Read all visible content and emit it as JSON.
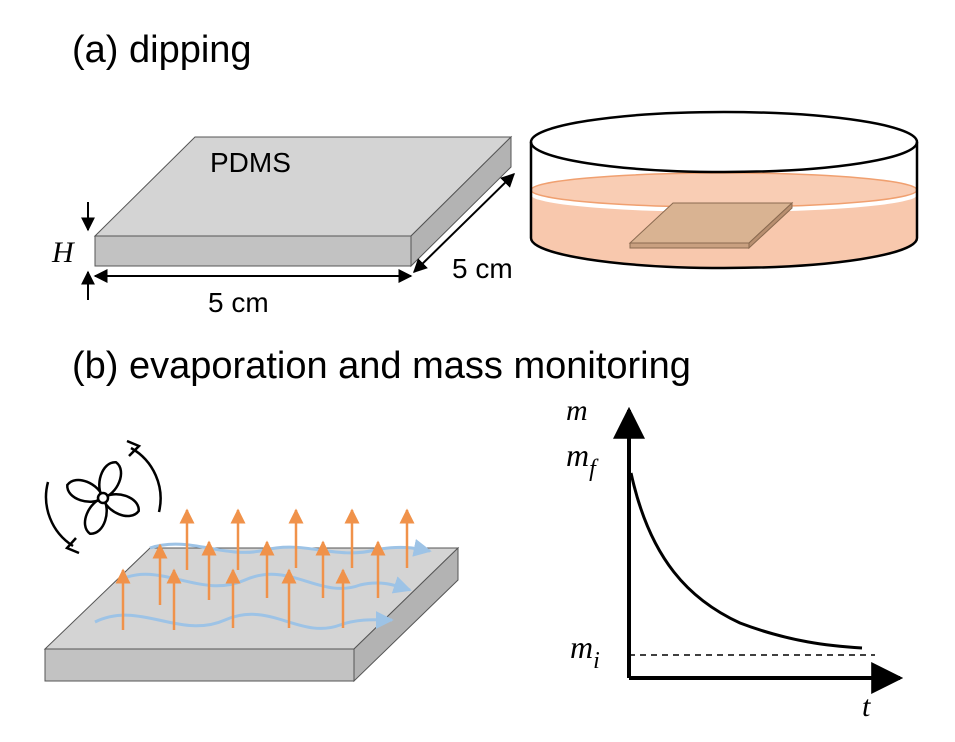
{
  "panel_a": {
    "title": "(a) dipping",
    "slab_label": "PDMS",
    "thickness_label": "H",
    "width_label": "5 cm",
    "depth_label": "5 cm"
  },
  "panel_b": {
    "title": "(b) evaporation and mass monitoring",
    "plot": {
      "y_axis_label": "m",
      "x_axis_label": "t",
      "mf_label_base": "m",
      "mf_label_sub": "f",
      "mi_label_base": "m",
      "mi_label_sub": "i"
    }
  },
  "colors": {
    "slab_top": "#d4d4d4",
    "slab_side": "#c2c2c2",
    "liquid": "#f8c8ad",
    "liquid_line": "#f0a070",
    "submerged_slab": "#d9b392",
    "vapor_arrow": "#f0924a",
    "airflow": "#9dc3e6"
  },
  "icons": {
    "fan": "fan-icon",
    "rotation": "rotation-arrow-icon"
  }
}
